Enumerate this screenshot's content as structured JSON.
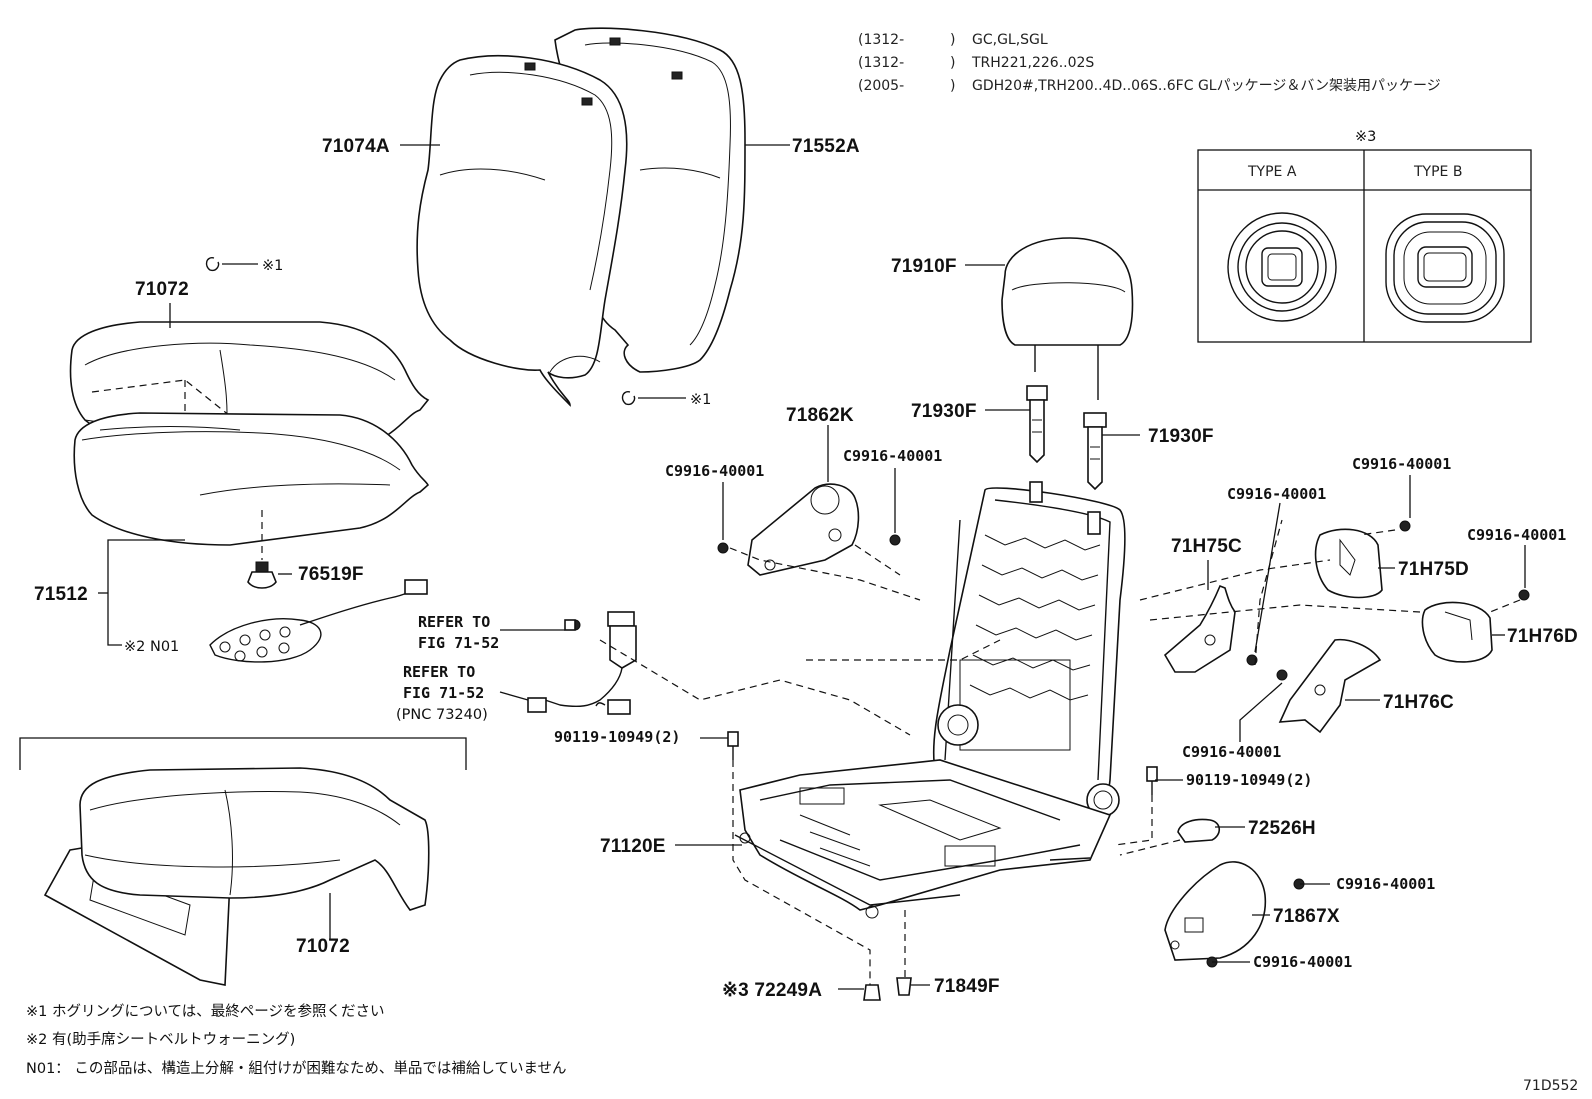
{
  "header": {
    "rows": [
      {
        "range": "(1312-",
        "close": ")",
        "models": "GC,GL,SGL"
      },
      {
        "range": "(1312-",
        "close": ")",
        "models": "TRH221,226..02S"
      },
      {
        "range": "(2005-",
        "close": ")",
        "models": "GDH20#,TRH200..4D..06S..6FC   GLパッケージ＆バン架装用パッケージ"
      }
    ]
  },
  "type_box": {
    "marker": "※3",
    "type_a": "TYPE  A",
    "type_b": "TYPE  B"
  },
  "parts": {
    "p71074A": "71074A",
    "p71552A": "71552A",
    "p71072_top": "71072",
    "p71072_bottom": "71072",
    "p71512": "71512",
    "p76519F": "76519F",
    "pN01": "※2 N01",
    "p71910F": "71910F",
    "p71930F_left": "71930F",
    "p71930F_right": "71930F",
    "p71862K": "71862K",
    "c1": "C9916-40001",
    "c2": "C9916-40001",
    "c3": "C9916-40001",
    "c4": "C9916-40001",
    "c5": "C9916-40001",
    "c6": "C9916-40001",
    "c7": "C9916-40001",
    "c8": "C9916-40001",
    "p71H75C": "71H75C",
    "p71H75D": "71H75D",
    "p71H76D": "71H76D",
    "p71H76C": "71H76C",
    "p90119a": "90119-10949(2)",
    "p90119b": "90119-10949(2)",
    "p71120E": "71120E",
    "p72526H": "72526H",
    "p71867X": "71867X",
    "p72249A": "※3 72249A",
    "p71849F": "71849F",
    "hog1": "※1",
    "hog2": "※1"
  },
  "refs": {
    "ref1_line1": "REFER TO",
    "ref1_line2": "FIG 71-52",
    "ref2_line1": "REFER TO",
    "ref2_line2": "FIG 71-52",
    "ref2_line3": "(PNC 73240)"
  },
  "notes": [
    "※1  ホグリングについては、最終ページを参照ください",
    "※2  有(助手席シートベルトウォーニング)",
    "N01： この部品は、構造上分解・組付けが困難なため、単品では補給していません"
  ],
  "figure_id": "71D552"
}
